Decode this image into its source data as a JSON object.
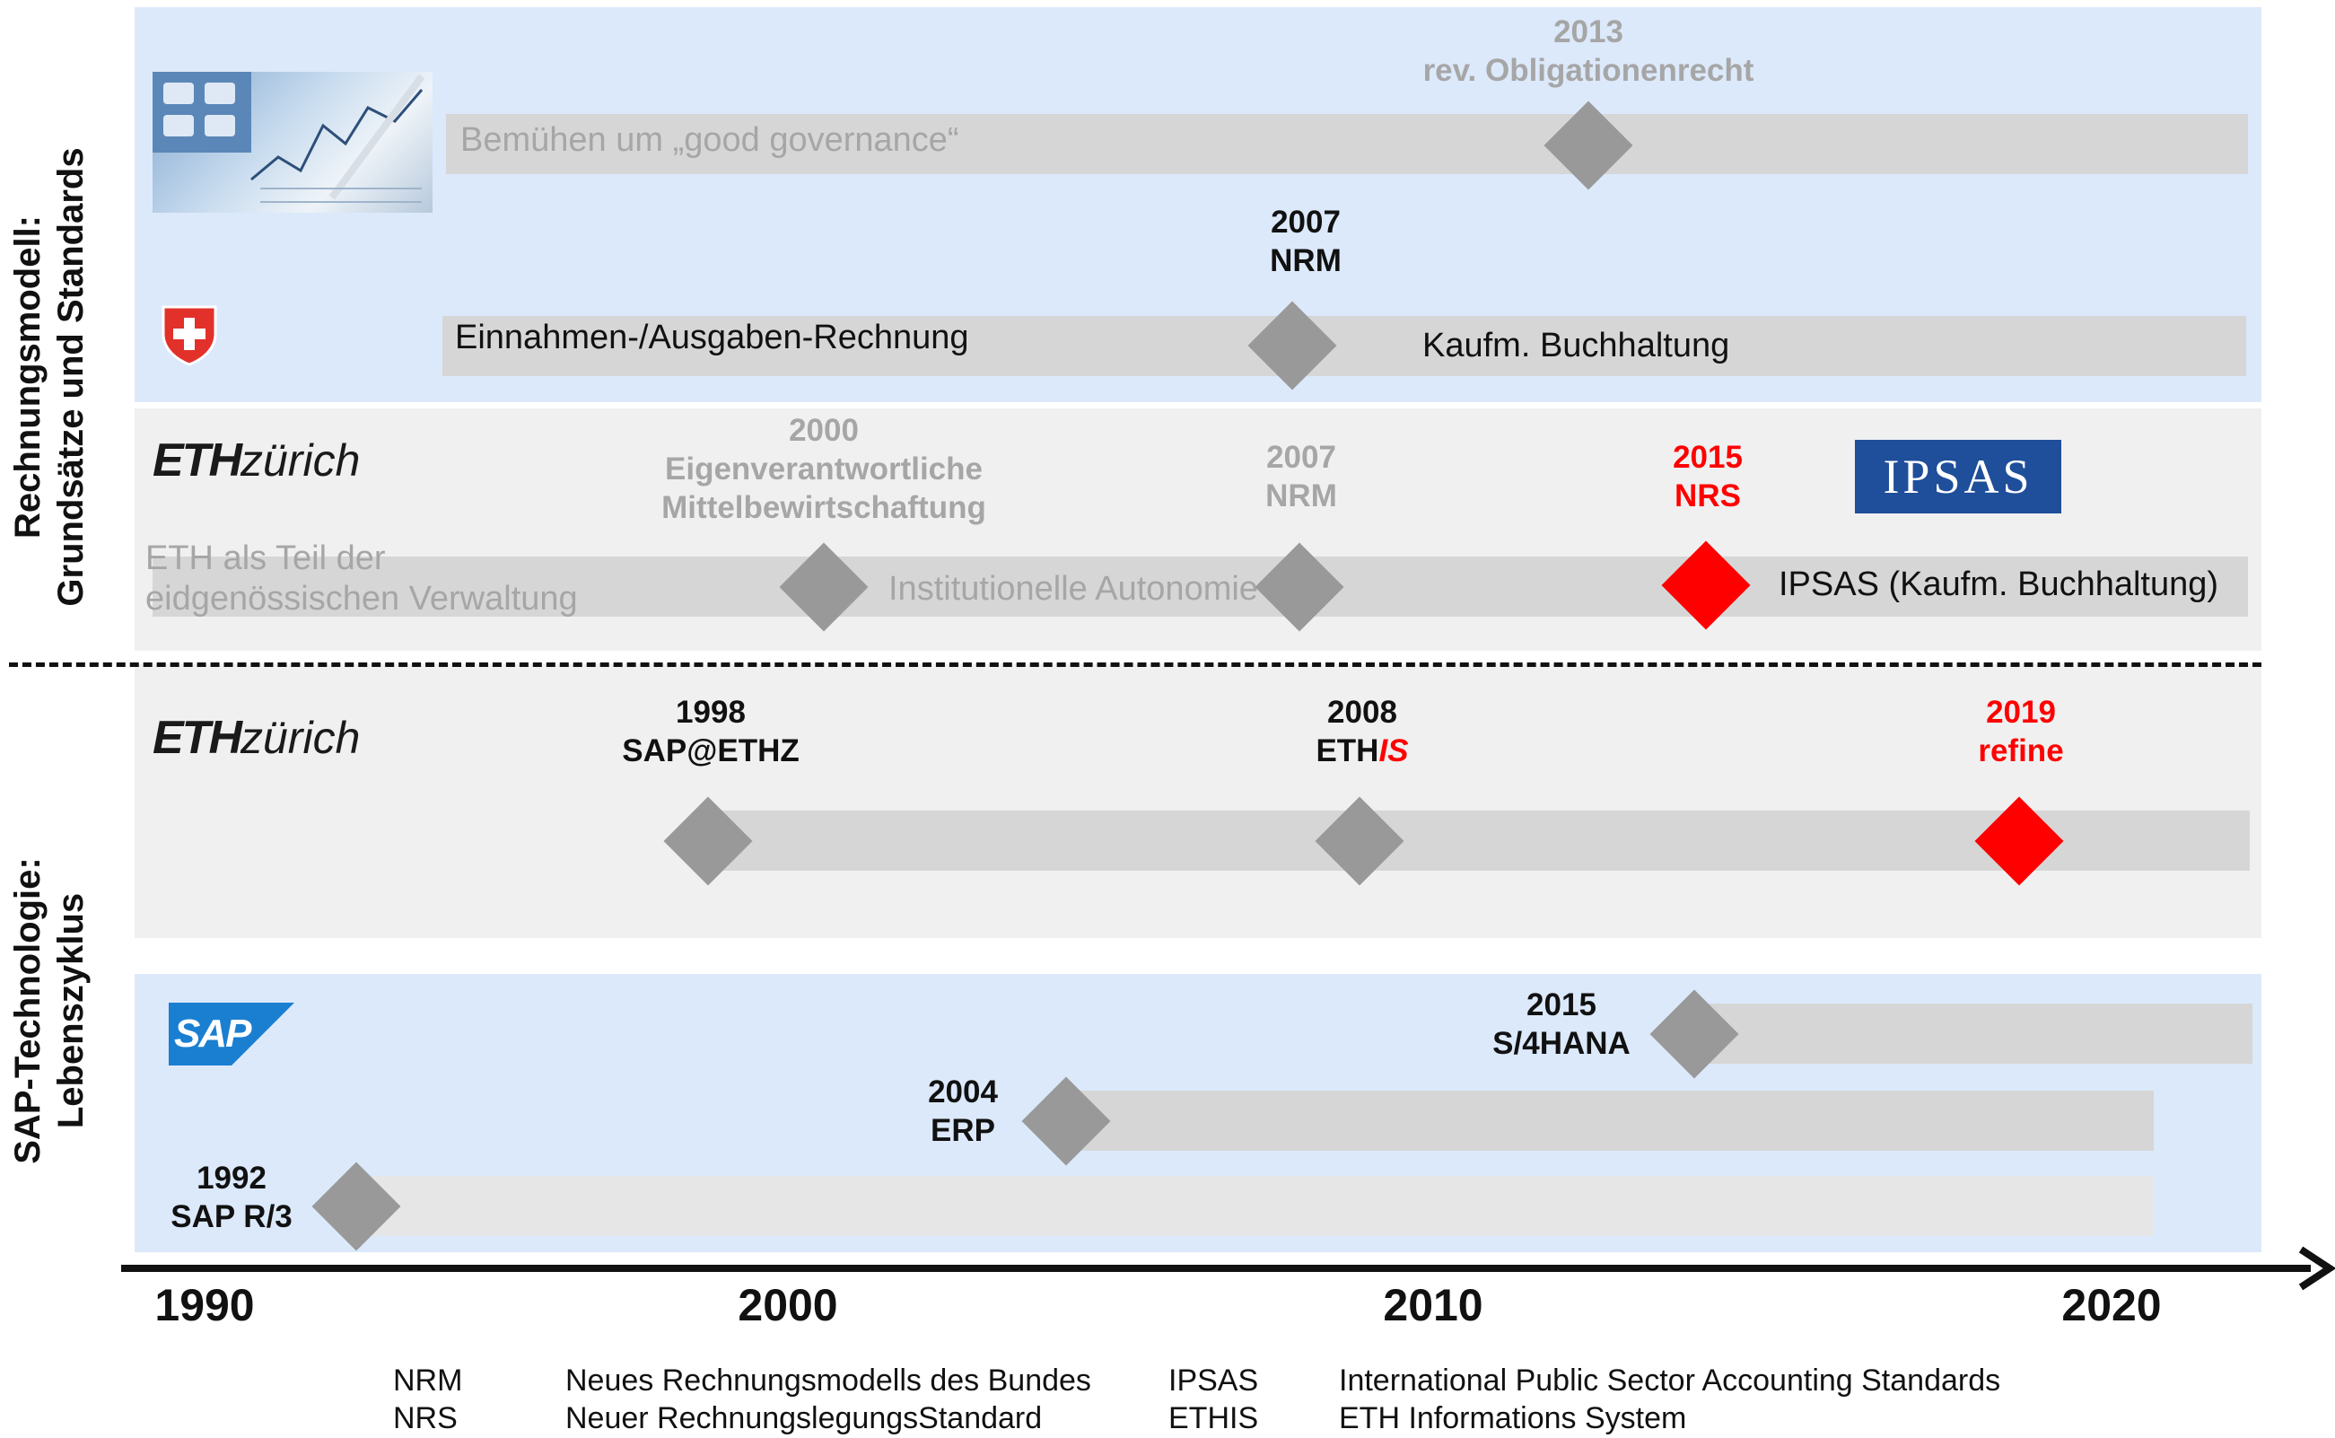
{
  "side_labels": {
    "top": [
      "Rechnungsmodell:",
      "Grundsätze und Standards"
    ],
    "bottom": [
      "SAP-Technologie:",
      "Lebenszyklus"
    ]
  },
  "logos": {
    "eth_bold": "ETH",
    "eth_light": "zürich",
    "ipsas": "IPSAS",
    "sap": "SAP"
  },
  "row1": {
    "phase": "Bemühen um „good governance“",
    "milestone": {
      "year": "2013",
      "label": "rev. Obligationenrecht"
    }
  },
  "row2": {
    "phase_left": "Einnahmen-/Ausgaben-Rechnung",
    "phase_right": "Kaufm. Buchhaltung",
    "milestone": {
      "year": "2007",
      "label": "NRM"
    }
  },
  "row3": {
    "phase_1": [
      "ETH als Teil der",
      "eidgenössischen Verwaltung"
    ],
    "phase_2": "Institutionelle Autonomie",
    "phase_3": "IPSAS (Kaufm. Buchhaltung)",
    "milestones": [
      {
        "year": "2000",
        "lines": [
          "Eigenverantwortliche",
          "Mittelbewirtschaftung"
        ]
      },
      {
        "year": "2007",
        "label": "NRM"
      },
      {
        "year": "2015",
        "label": "NRS"
      }
    ]
  },
  "row4": {
    "milestones": [
      {
        "year": "1998",
        "label": "SAP@ETHZ"
      },
      {
        "year": "2008",
        "label_prefix": "ETH",
        "label_suffix": "IS"
      },
      {
        "year": "2019",
        "label": "refine"
      }
    ]
  },
  "row5": {
    "milestones": [
      {
        "year": "2015",
        "label": "S/4HANA"
      },
      {
        "year": "2004",
        "label": "ERP"
      },
      {
        "year": "1992",
        "label": "SAP R/3"
      }
    ]
  },
  "axis": {
    "years": [
      "1990",
      "2000",
      "2010",
      "2020"
    ]
  },
  "glossary": [
    {
      "abbr": "NRM",
      "text": "Neues Rechnungsmodells des Bundes"
    },
    {
      "abbr": "NRS",
      "text": "Neuer RechnungslegungsStandard"
    },
    {
      "abbr": "IPSAS",
      "text": "International Public Sector Accounting Standards"
    },
    {
      "abbr": "ETHIS",
      "text": "ETH Informations System"
    }
  ],
  "colors": {
    "panel_blue": "#dce9fb",
    "panel_grey": "#f0f0f0",
    "band": "#d6d6d6",
    "milestone_grey": "#999999",
    "milestone_red": "#ff0000",
    "ipsas_blue": "#1f4e9a"
  }
}
